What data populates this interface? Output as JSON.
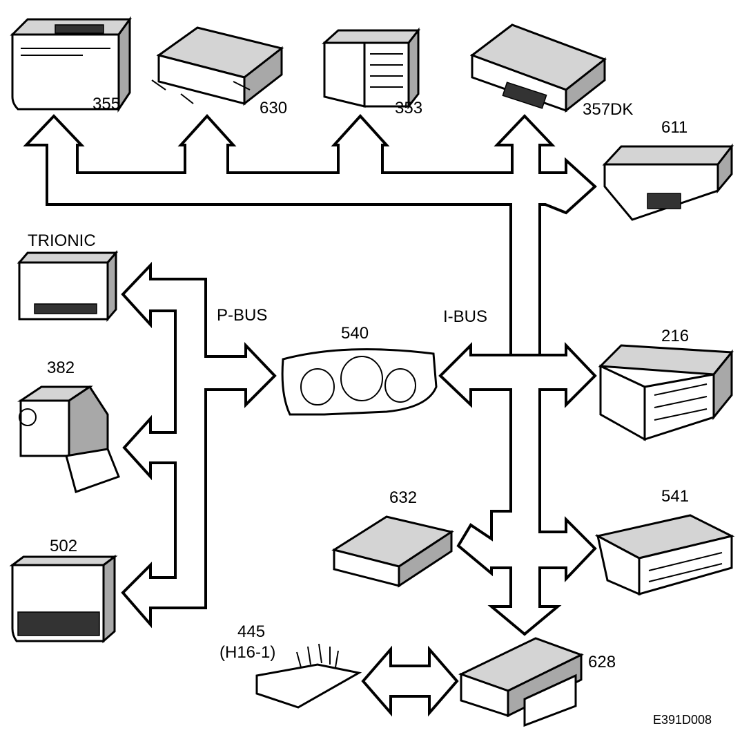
{
  "buses": {
    "p_bus": "P-BUS",
    "i_bus": "I-BUS"
  },
  "modules": {
    "m355": "355",
    "m630": "630",
    "m353": "353",
    "m357dk": "357DK",
    "m611": "611",
    "trionic": "TRIONIC",
    "m382": "382",
    "m540": "540",
    "m216": "216",
    "m632": "632",
    "m541": "541",
    "m502": "502",
    "m445": "445",
    "m445_sub": "(H16-1)",
    "m628": "628"
  },
  "figure_code": "E391D008"
}
